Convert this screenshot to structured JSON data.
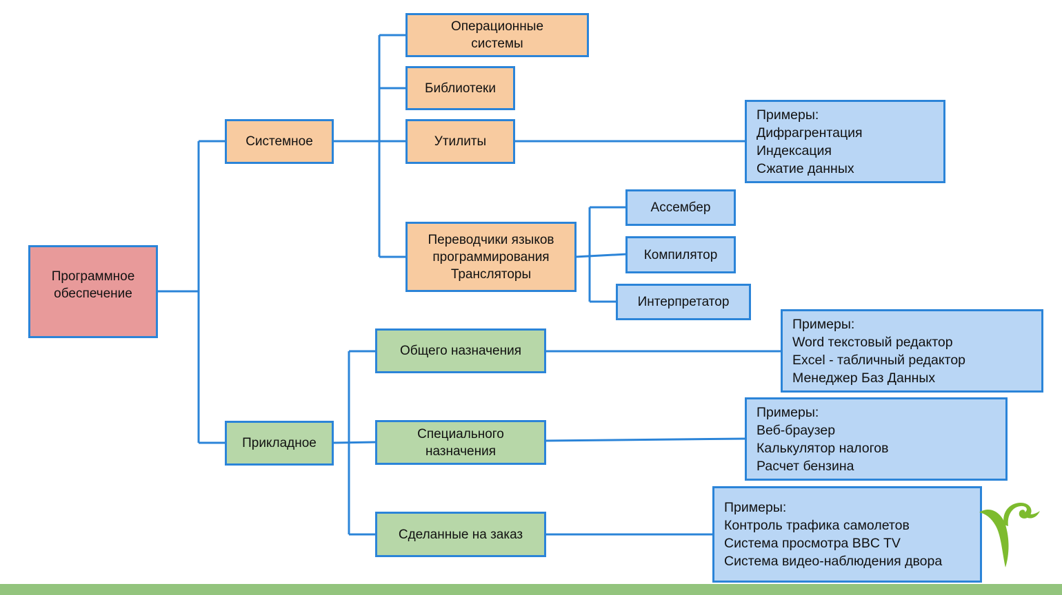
{
  "diagram": {
    "root": {
      "label": "Программное\nобеспечение",
      "color": "#e89a9a"
    },
    "branches": {
      "system": {
        "label": "Системное",
        "color": "#f8cba0",
        "children": {
          "os": "Операционные\nсистемы",
          "libraries": "Библиотеки",
          "utilities": "Утилиты",
          "translators": "Переводчики  языков\nпрограммирования\nТрансляторы"
        },
        "utilities_examples": {
          "heading": "Примеры:",
          "items": [
            "Дифрагрентация",
            "Индексация",
            "Сжатие данных"
          ]
        },
        "translator_types": [
          "Ассембер",
          "Компилятор",
          "Интерпретатор"
        ]
      },
      "applied": {
        "label": "Прикладное",
        "color": "#b7d7a8",
        "children": {
          "general": "Общего  назначения",
          "special": "Специального\nназначения",
          "custom": "Сделанные  на заказ"
        },
        "general_examples": {
          "heading": "Примеры:",
          "items": [
            "Word текстовый редактор",
            "Excel - табличный  редактор",
            "Менеджер  Баз Данных"
          ]
        },
        "special_examples": {
          "heading": "Примеры:",
          "items": [
            "Веб-браузер",
            "Калькулятор  налогов",
            "Расчет бензина"
          ]
        },
        "custom_examples": {
          "heading": "Примеры:",
          "items": [
            "Контроль  трафика  самолетов",
            "Система  просмотра  BBC TV",
            "Система  видео-наблюдения  двора"
          ]
        }
      }
    },
    "colors": {
      "connector": "#2b84d8",
      "examples_fill": "#b9d6f5",
      "footer_bar": "#93c47d",
      "logo": "#7dbb2e"
    }
  }
}
